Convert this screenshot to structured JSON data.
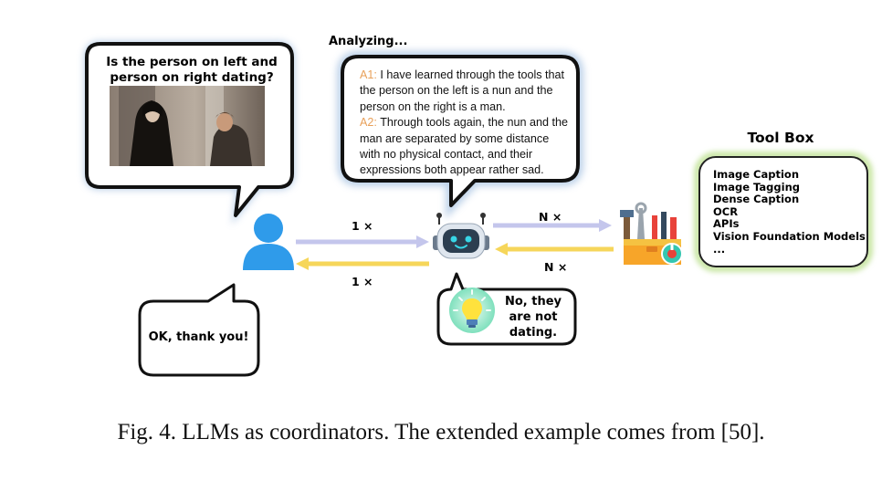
{
  "question": {
    "text": "Is the person on left and person on right dating?"
  },
  "analysis": {
    "header": "Analyzing...",
    "a1_label": "A1:",
    "a1_text": "I have learned through the tools that the person on the left is a nun and the person on the right is a man.",
    "a2_label": "A2:",
    "a2_text": "Through tools again, the nun and the man are separated by some distance with no physical contact, and their expressions both appear rather sad."
  },
  "toolbox": {
    "title": "Tool Box",
    "items": [
      "Image Caption",
      "Image Tagging",
      "Dense Caption",
      "OCR",
      "APIs",
      "Vision Foundation Models",
      "..."
    ]
  },
  "edges": {
    "user_to_llm": "1 ×",
    "llm_to_user": "1 ×",
    "llm_to_tools": "N ×",
    "tools_to_llm": "N ×"
  },
  "reply": {
    "user_reply": "OK, thank you!",
    "answer": "No, they are not dating."
  },
  "caption": "Fig. 4.  LLMs as coordinators. The extended example comes from [50].",
  "colors": {
    "user_icon": "#2f9bea",
    "arrow_purple": "#c4c6ec",
    "arrow_yellow": "#f6d65a",
    "label_orange": "#e8a05a",
    "toolbox_glow": "#c9e6a4",
    "bubble_glow": "#b5cce6"
  },
  "icons": {
    "user": "person-icon",
    "llm": "robot-icon",
    "toolbox": "toolbox-icon",
    "idea": "lightbulb-icon"
  }
}
